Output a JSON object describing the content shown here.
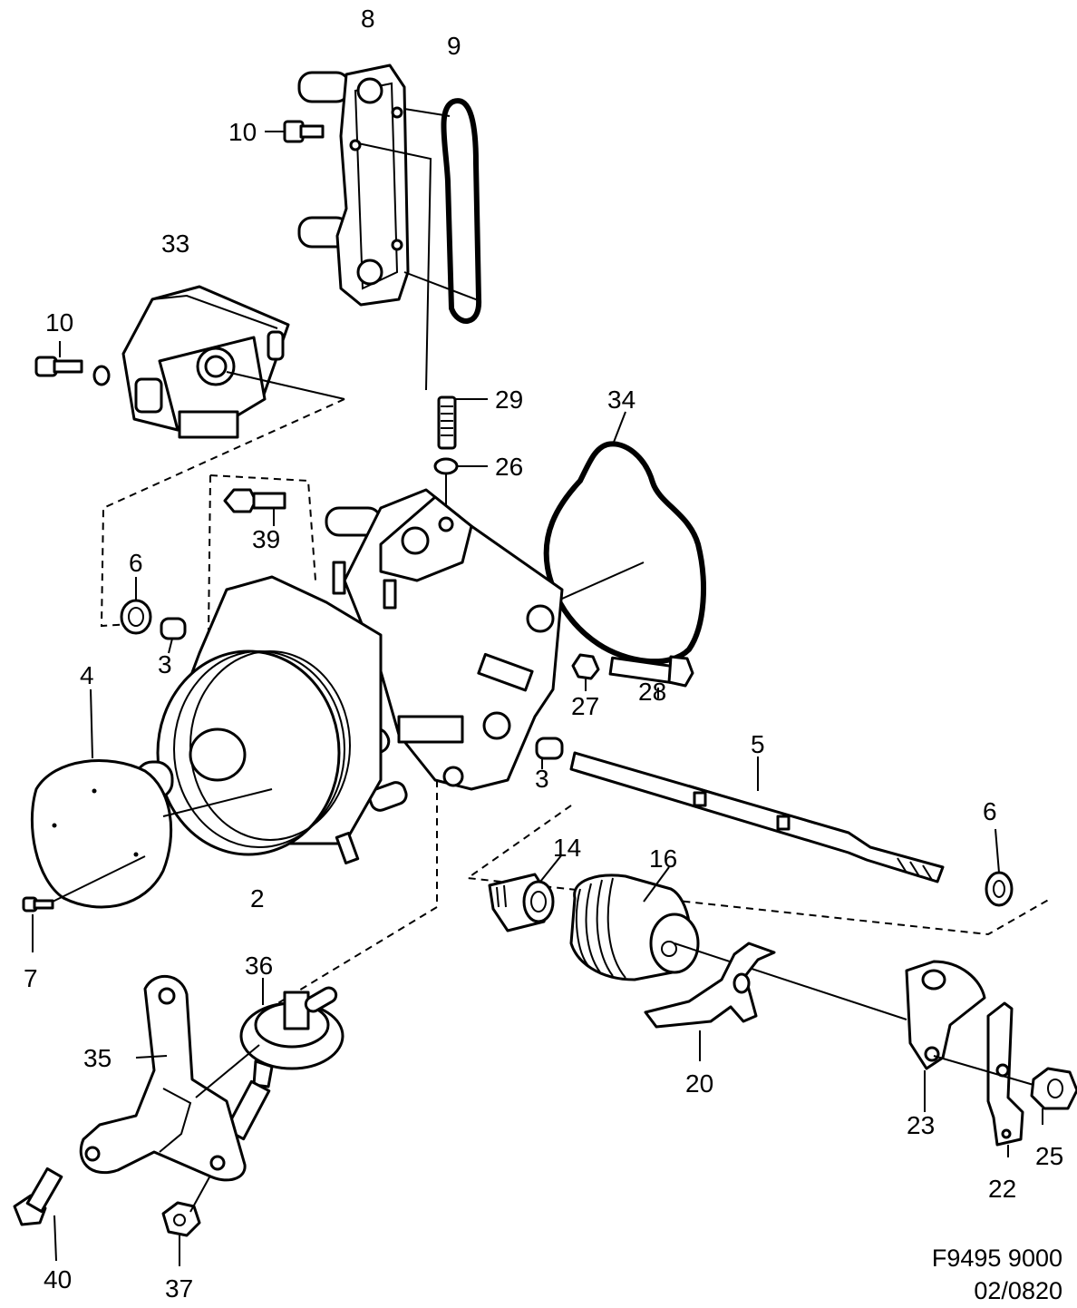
{
  "diagram": {
    "labels": {
      "p8": "8",
      "p9": "9",
      "p10a": "10",
      "p33": "33",
      "p10b": "10",
      "p29": "29",
      "p34": "34",
      "p26": "26",
      "p39": "39",
      "p6a": "6",
      "p3a": "3",
      "p4": "4",
      "p27": "27",
      "p28": "28",
      "p5": "5",
      "p3b": "3",
      "p6b": "6",
      "p2": "2",
      "p14": "14",
      "p16": "16",
      "p7": "7",
      "p36": "36",
      "p35": "35",
      "p20": "20",
      "p23": "23",
      "p25": "25",
      "p22": "22",
      "p40": "40",
      "p37": "37"
    },
    "reference": {
      "code": "F9495 9000",
      "date": "02/0820"
    }
  }
}
